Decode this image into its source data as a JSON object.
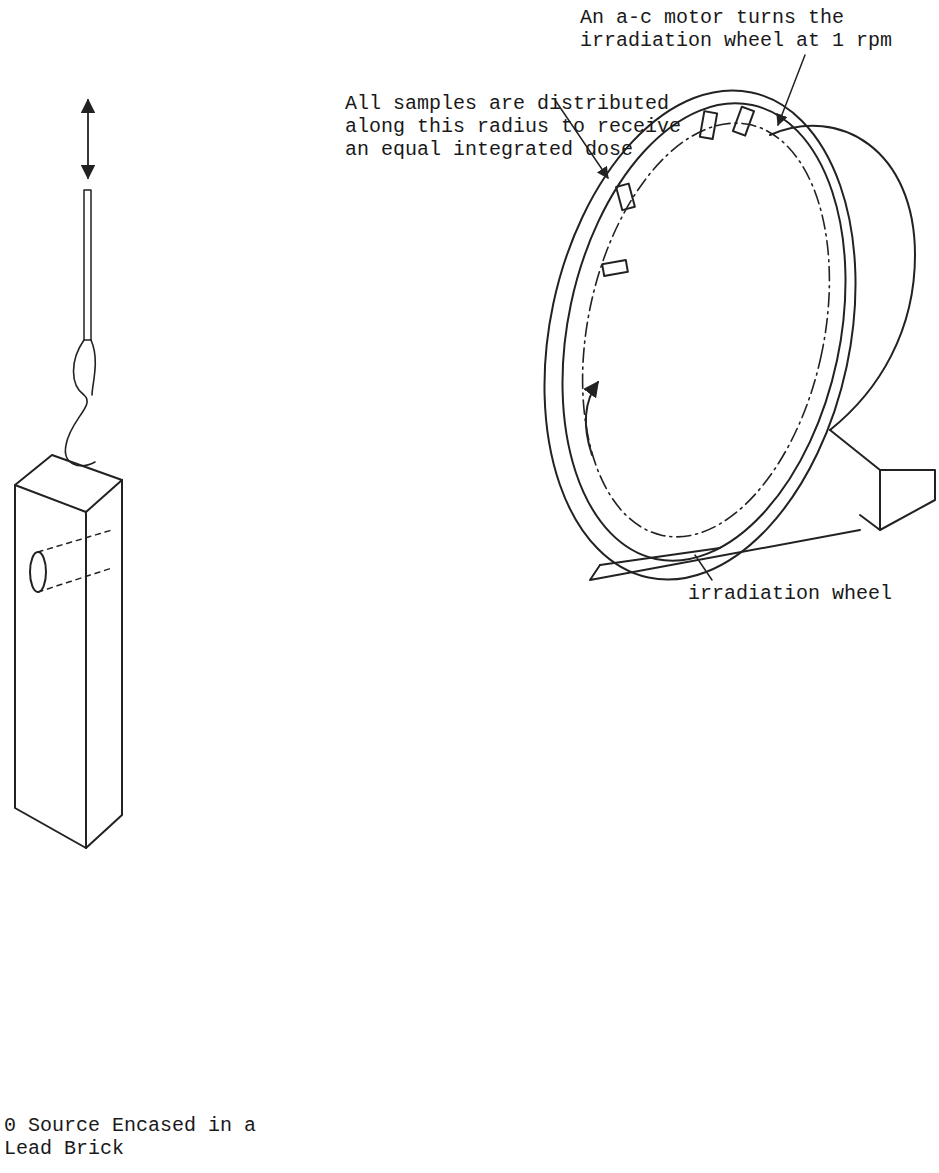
{
  "diagram": {
    "labels": [
      "An a-c motor turns the irradiation wheel at 1 rpm",
      "All samples are distributed along this radius to receive an equal integrated dose",
      "irradiation wheel",
      "0 Source Encased in a Lead Brick"
    ]
  }
}
